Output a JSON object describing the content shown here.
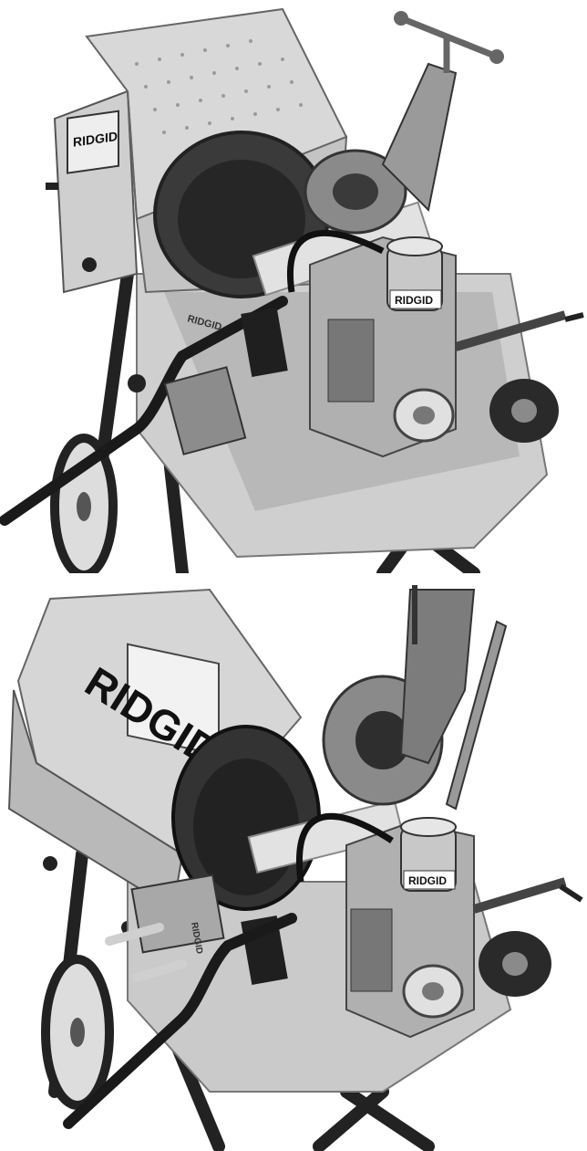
{
  "photos": [
    {
      "view": "top",
      "labels": {
        "motor_brand": "RIDGID",
        "oiler_brand": "RIDGID",
        "carriage_brand": "RIDGID"
      }
    },
    {
      "view": "bottom",
      "labels": {
        "motor_brand": "RIDGID",
        "oiler_brand": "RIDGID",
        "carriage_brand": "RIDGID"
      }
    }
  ],
  "colors": {
    "background": "#ffffff",
    "housing_light": "#d9d9d9",
    "housing_mid": "#b5b5b5",
    "metal_dark": "#2a2a2a",
    "shadow": "#6b6b6b"
  }
}
